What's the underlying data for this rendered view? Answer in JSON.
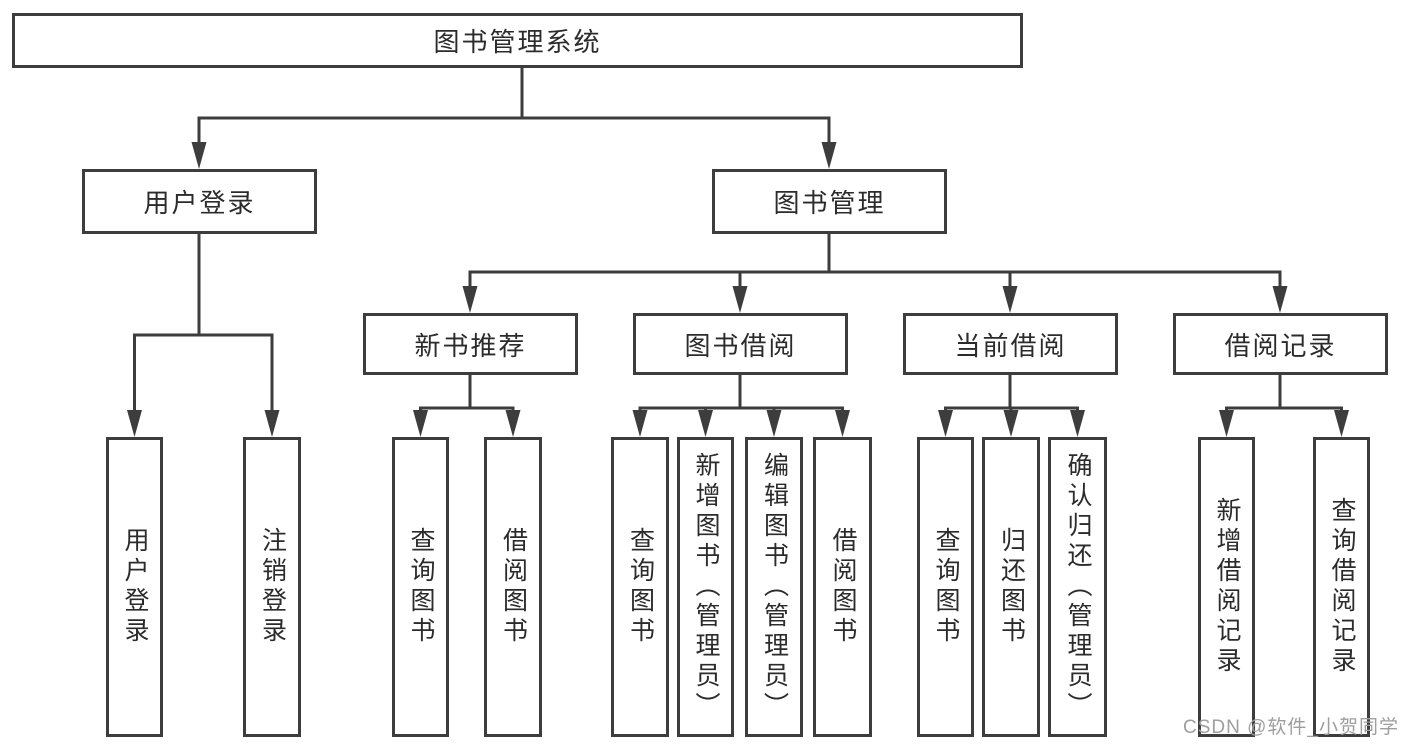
{
  "tree": {
    "label": "图书管理系统",
    "children": [
      {
        "label": "用户登录",
        "children": [
          {
            "label": "用户登录"
          },
          {
            "label": "注销登录"
          }
        ]
      },
      {
        "label": "图书管理",
        "children": [
          {
            "label": "新书推荐",
            "children": [
              {
                "label": "查询图书"
              },
              {
                "label": "借阅图书"
              }
            ]
          },
          {
            "label": "图书借阅",
            "children": [
              {
                "label": "查询图书"
              },
              {
                "label": "新增图书（管理员）"
              },
              {
                "label": "编辑图书（管理员）"
              },
              {
                "label": "借阅图书"
              }
            ]
          },
          {
            "label": "当前借阅",
            "children": [
              {
                "label": "查询图书"
              },
              {
                "label": "归还图书"
              },
              {
                "label": "确认归还（管理员）"
              }
            ]
          },
          {
            "label": "借阅记录",
            "children": [
              {
                "label": "新增借阅记录"
              },
              {
                "label": "查询借阅记录"
              }
            ]
          }
        ]
      }
    ]
  },
  "watermark": {
    "text": "CSDN @软件_小贺同学"
  },
  "colors": {
    "line": "#3d3d3d",
    "text": "#2b2b2b",
    "wm": "#9e9e9e",
    "bg": "#ffffff"
  }
}
